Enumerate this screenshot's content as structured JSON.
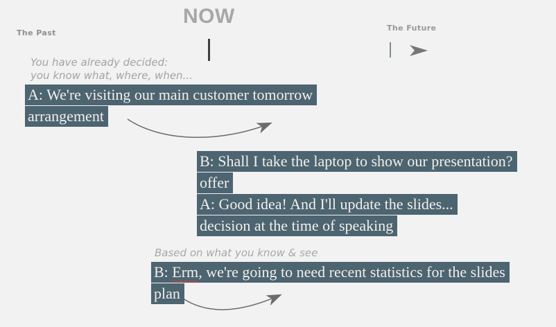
{
  "colors": {
    "background": "#f2f2f2",
    "highlight": "#4d6471",
    "highlight_text": "#f1f0ea",
    "muted_note": "#a3a3a3",
    "timeline_label": "#8f8f8f",
    "timeline_line": "#8a8a8a",
    "now_tick": "#3f3f3f",
    "future_tick": "#7d8d8b",
    "arrow": "#6b6b6b",
    "spellcheck_underline": "#e23b2e"
  },
  "timeline": {
    "past_label": "The Past",
    "now_label": "NOW",
    "future_label": "The Future"
  },
  "intro_note": {
    "line1": "You have already decided:",
    "line2": "you know what, where, when..."
  },
  "dialogue1": {
    "line1": "A: We're visiting our main customer tomorrow",
    "label": "arrangement"
  },
  "dialogue2": {
    "line1": "B: Shall I take the laptop to show our presentation?",
    "label1": "offer",
    "line2": "A: Good idea! And I'll update the slides...",
    "label2": "decision at the time of speaking"
  },
  "bottom_note": "Based on what you know & see",
  "dialogue3": {
    "prefix": "B: ",
    "misspelled": "Erm",
    "rest": ", we're going to need recent statistics for the slides",
    "label": "plan"
  }
}
